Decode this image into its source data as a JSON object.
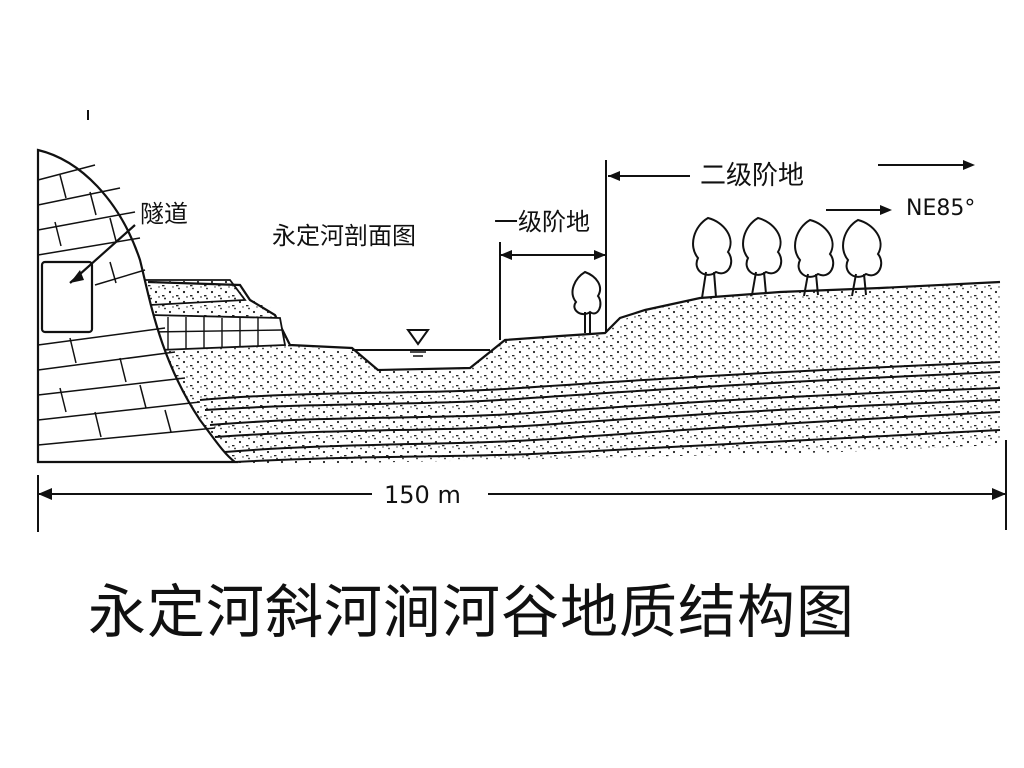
{
  "diagram": {
    "labels": {
      "tunnel": "隧道",
      "section_title": "永定河剖面图",
      "terrace_1": "一级阶地",
      "terrace_2": "二级阶地",
      "direction": "NE85°",
      "scale": "150 m"
    }
  },
  "caption": "永定河斜河涧河谷地质结构图"
}
